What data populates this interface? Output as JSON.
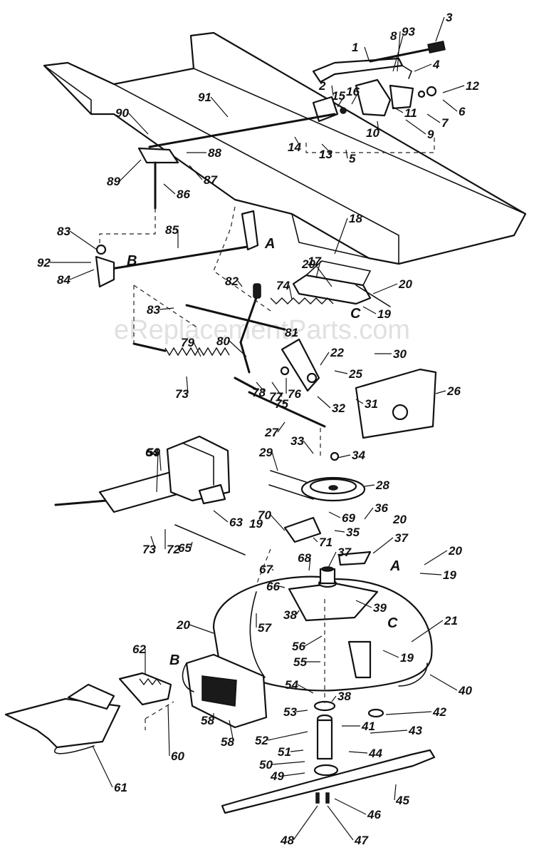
{
  "watermark": "eReplacementParts.com",
  "callouts": [
    "1",
    "2",
    "3",
    "4",
    "5",
    "6",
    "7",
    "8",
    "9",
    "10",
    "11",
    "12",
    "13",
    "14",
    "15",
    "16",
    "17",
    "18",
    "19",
    "19",
    "19",
    "19",
    "20",
    "20",
    "20",
    "20",
    "20",
    "21",
    "22",
    "25",
    "26",
    "27",
    "28",
    "29",
    "30",
    "31",
    "32",
    "33",
    "34",
    "35",
    "36",
    "37",
    "37",
    "38",
    "38",
    "39",
    "40",
    "41",
    "42",
    "43",
    "44",
    "45",
    "46",
    "47",
    "48",
    "49",
    "50",
    "51",
    "52",
    "53",
    "54",
    "55",
    "56",
    "57",
    "58",
    "58",
    "59",
    "60",
    "61",
    "62",
    "63",
    "64",
    "65",
    "66",
    "67",
    "68",
    "69",
    "70",
    "71",
    "72",
    "73",
    "73",
    "74",
    "75",
    "76",
    "77",
    "78",
    "79",
    "80",
    "81",
    "82",
    "83",
    "83",
    "84",
    "85",
    "86",
    "87",
    "88",
    "89",
    "90",
    "91",
    "92",
    "93"
  ],
  "reference_letters": [
    "A",
    "A",
    "B",
    "B",
    "C",
    "C"
  ]
}
